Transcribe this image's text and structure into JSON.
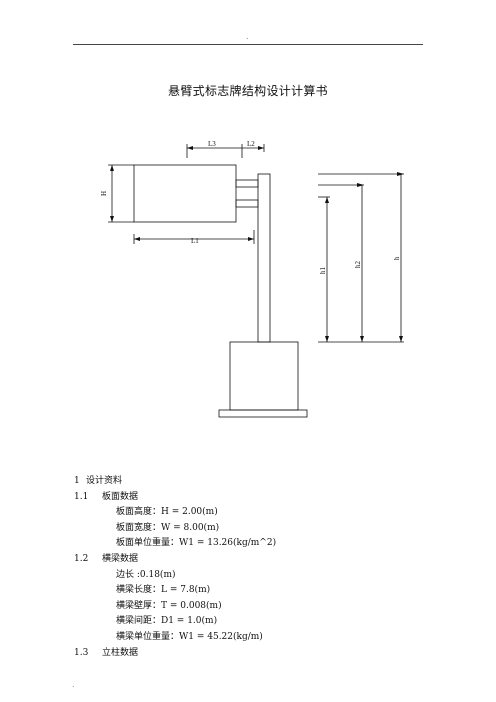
{
  "header": {
    "mark": "."
  },
  "title": "悬臂式标志牌结构设计计算书",
  "diagram": {
    "labels": {
      "l3": "L3",
      "l2": "L2",
      "l1": "L1",
      "H": "H",
      "h1": "h1",
      "h2": "h2",
      "h": "h"
    }
  },
  "section1": {
    "num": "1",
    "title": "设计资料",
    "sub1": {
      "num": "1.1",
      "title": "板面数据",
      "items": [
        "板面高度：H = 2.00(m)",
        "板面宽度：W = 8.00(m)",
        "板面单位重量：W1 = 13.26(kg/m^2)"
      ]
    },
    "sub2": {
      "num": "1.2",
      "title": "横梁数据",
      "items": [
        "边长 :0.18(m)",
        "横梁长度：L = 7.8(m)",
        "横梁壁厚：T = 0.008(m)",
        "横梁间距：D1 = 1.0(m)",
        "横梁单位重量：W1 = 45.22(kg/m)"
      ]
    },
    "sub3": {
      "num": "1.3",
      "title": "立柱数据"
    }
  },
  "footer": {
    "mark": "."
  }
}
